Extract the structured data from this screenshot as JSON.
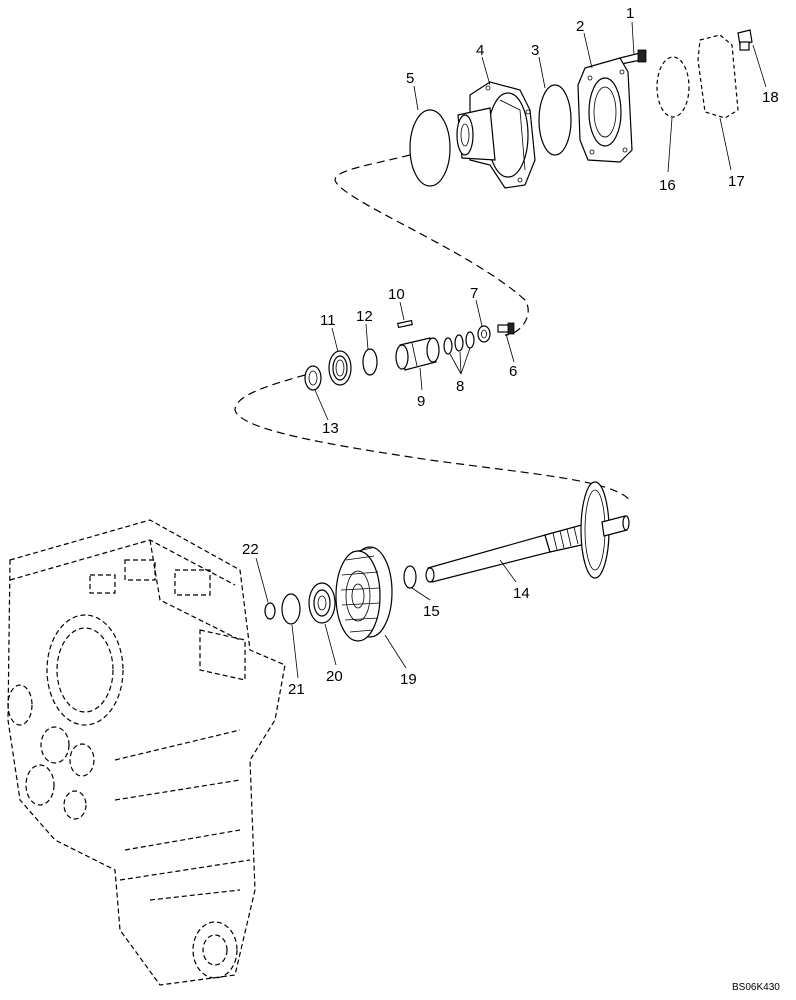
{
  "diagram": {
    "type": "exploded parts diagram",
    "reference_code": "BS06K430",
    "callouts": [
      {
        "id": "c1",
        "text": "1"
      },
      {
        "id": "c2",
        "text": "2"
      },
      {
        "id": "c3",
        "text": "3"
      },
      {
        "id": "c4",
        "text": "4"
      },
      {
        "id": "c5",
        "text": "5"
      },
      {
        "id": "c6",
        "text": "6"
      },
      {
        "id": "c7",
        "text": "7"
      },
      {
        "id": "c8",
        "text": "8"
      },
      {
        "id": "c9",
        "text": "9"
      },
      {
        "id": "c10",
        "text": "10"
      },
      {
        "id": "c11",
        "text": "11"
      },
      {
        "id": "c12",
        "text": "12"
      },
      {
        "id": "c13",
        "text": "13"
      },
      {
        "id": "c14",
        "text": "14"
      },
      {
        "id": "c15",
        "text": "15"
      },
      {
        "id": "c16",
        "text": "16"
      },
      {
        "id": "c17",
        "text": "17"
      },
      {
        "id": "c18",
        "text": "18"
      },
      {
        "id": "c19",
        "text": "19"
      },
      {
        "id": "c20",
        "text": "20"
      },
      {
        "id": "c21",
        "text": "21"
      },
      {
        "id": "c22",
        "text": "22"
      }
    ]
  }
}
